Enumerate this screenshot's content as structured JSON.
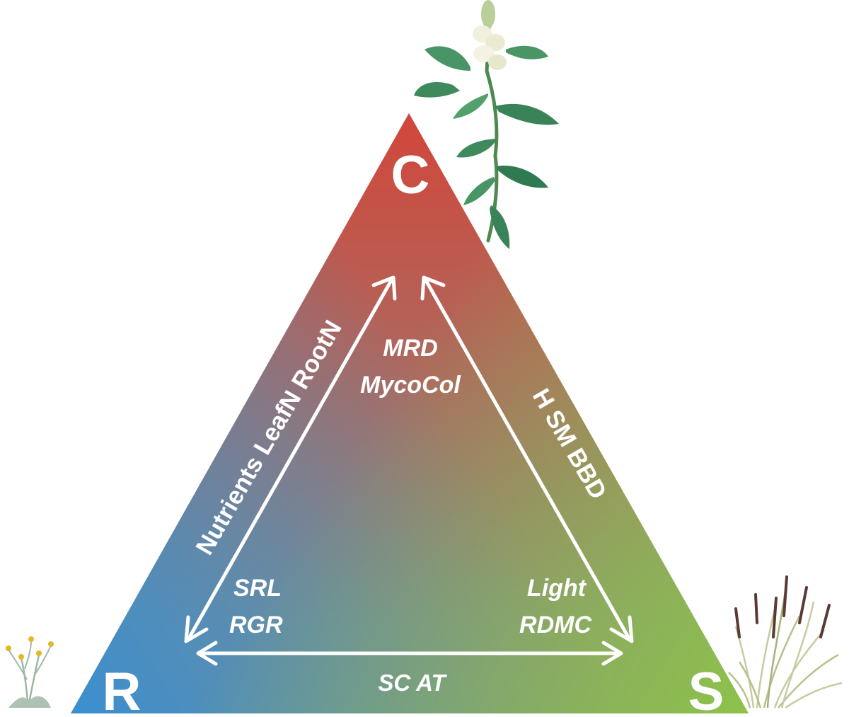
{
  "vertices": {
    "top": "C",
    "left": "R",
    "right": "S"
  },
  "sides": {
    "left": "Nutrients LeafN RootN",
    "right": "H SM BBD",
    "bottom": "SC AT"
  },
  "corners": {
    "top": [
      "MRD",
      "MycoCol"
    ],
    "left": [
      "SRL",
      "RGR"
    ],
    "right": [
      "Light",
      "RDMC"
    ]
  },
  "colors": {
    "competitor": "#d2463b",
    "ruderal": "#3b8fd0",
    "stress_tolerator": "#8dc24a",
    "text": "#ffffff"
  },
  "illustrations": [
    "flowering-plant-icon",
    "small-herb-icon",
    "grass-tuft-icon"
  ]
}
